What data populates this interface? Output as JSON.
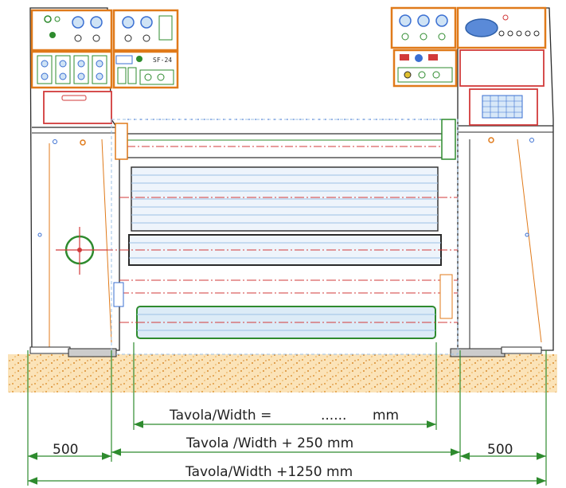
{
  "dimensions": {
    "width_label": "Tavola/Width =",
    "width_value": "......",
    "width_unit": "mm",
    "plus250_label": "Tavola /Width + 250 mm",
    "plus1250_label": "Tavola/Width +1250 mm",
    "left_offset": "500",
    "right_offset": "500"
  },
  "panels": {
    "right_tag": "SF-24"
  },
  "colors": {
    "outline": "#2a2a2a",
    "accent_orange": "#e07a1a",
    "accent_green": "#2e8b2e",
    "accent_red": "#d23a3a",
    "accent_blue": "#3a6fd2",
    "floor": "#f1b25a"
  }
}
